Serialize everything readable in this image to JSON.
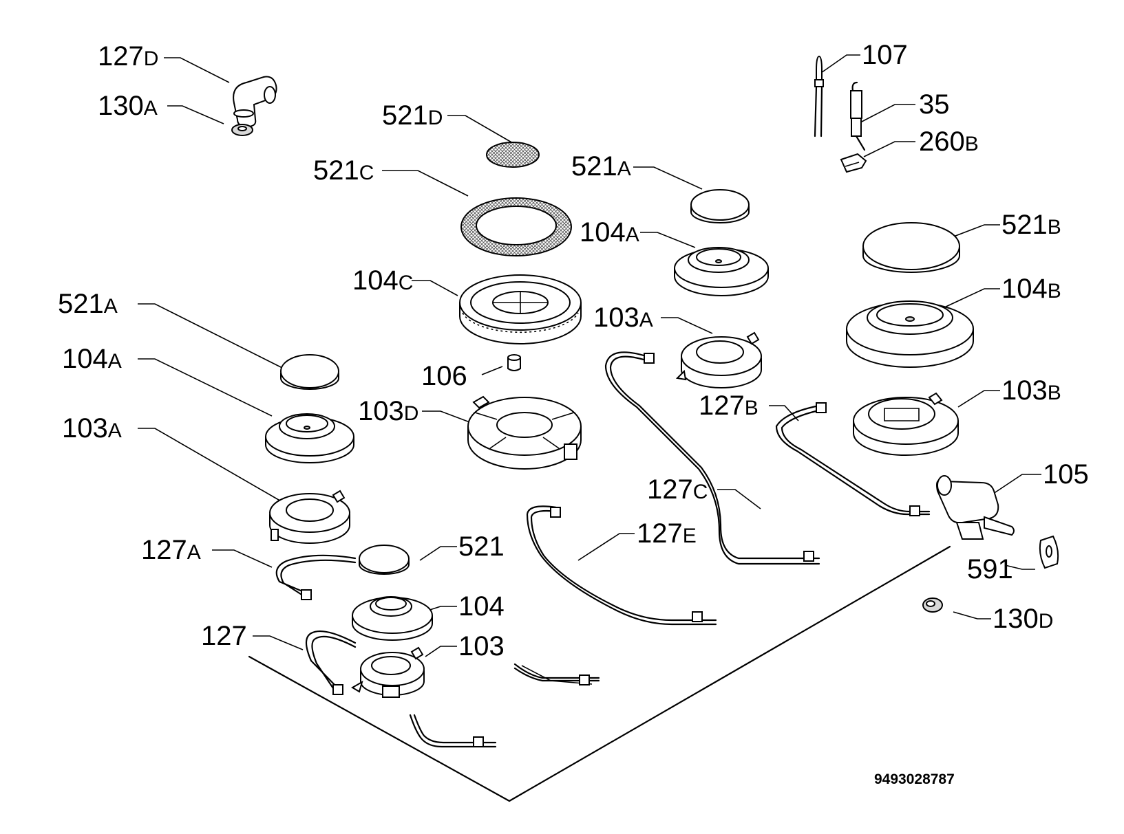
{
  "labels": [
    {
      "id": "127D",
      "n": "127",
      "s": "D"
    },
    {
      "id": "130A-top",
      "n": "130",
      "s": "A"
    },
    {
      "id": "521D",
      "n": "521",
      "s": "D"
    },
    {
      "id": "521C",
      "n": "521",
      "s": "C"
    },
    {
      "id": "107",
      "n": "107",
      "s": ""
    },
    {
      "id": "35",
      "n": "35",
      "s": ""
    },
    {
      "id": "260B",
      "n": "260",
      "s": "B"
    },
    {
      "id": "521A-right",
      "n": "521",
      "s": "A"
    },
    {
      "id": "104A-right",
      "n": "104",
      "s": "A"
    },
    {
      "id": "521B",
      "n": "521",
      "s": "B"
    },
    {
      "id": "104C",
      "n": "104",
      "s": "C"
    },
    {
      "id": "104B",
      "n": "104",
      "s": "B"
    },
    {
      "id": "521A-left",
      "n": "521",
      "s": "A"
    },
    {
      "id": "103A-right",
      "n": "103",
      "s": "A"
    },
    {
      "id": "104A-left",
      "n": "104",
      "s": "A"
    },
    {
      "id": "106",
      "n": "106",
      "s": ""
    },
    {
      "id": "103D",
      "n": "103",
      "s": "D"
    },
    {
      "id": "127B",
      "n": "127",
      "s": "B"
    },
    {
      "id": "103B",
      "n": "103",
      "s": "B"
    },
    {
      "id": "103A-left",
      "n": "103",
      "s": "A"
    },
    {
      "id": "105",
      "n": "105",
      "s": ""
    },
    {
      "id": "127C",
      "n": "127",
      "s": "C"
    },
    {
      "id": "127E",
      "n": "127",
      "s": "E"
    },
    {
      "id": "127A",
      "n": "127",
      "s": "A"
    },
    {
      "id": "521",
      "n": "521",
      "s": ""
    },
    {
      "id": "591",
      "n": "591",
      "s": ""
    },
    {
      "id": "104",
      "n": "104",
      "s": ""
    },
    {
      "id": "130D",
      "n": "130",
      "s": "D"
    },
    {
      "id": "127",
      "n": "127",
      "s": ""
    },
    {
      "id": "103",
      "n": "103",
      "s": ""
    }
  ],
  "diagram_code": "9493028787"
}
